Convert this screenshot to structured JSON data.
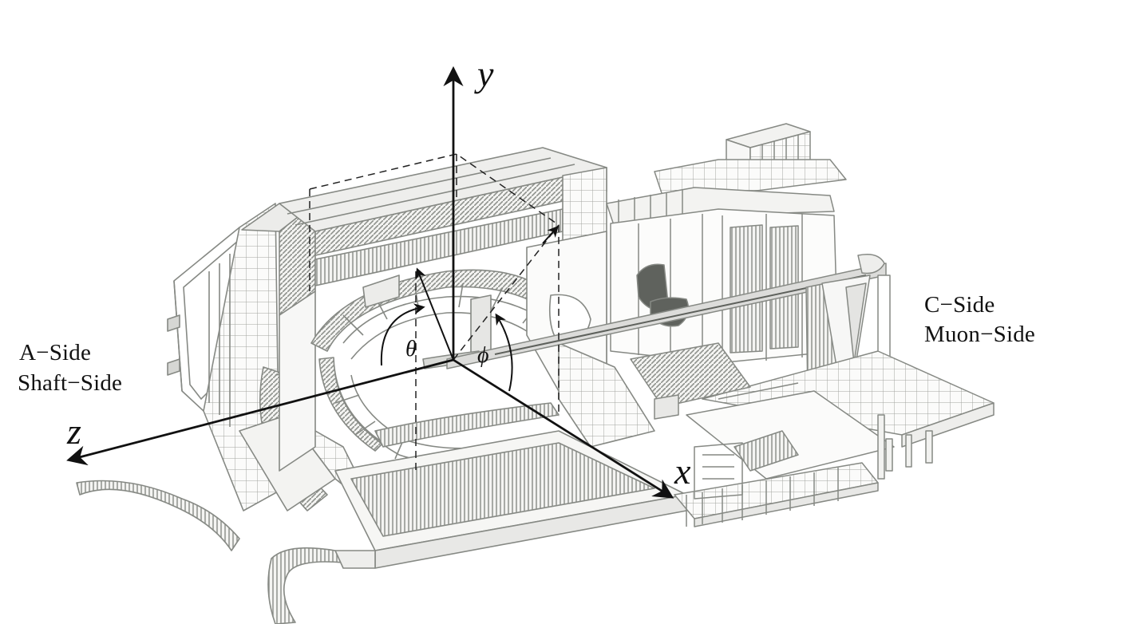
{
  "axes": {
    "x": "x",
    "y": "y",
    "z": "z"
  },
  "angles": {
    "theta": "θ",
    "phi": "ϕ"
  },
  "sides": {
    "a_side": {
      "line1": "A−Side",
      "line2": "Shaft−Side"
    },
    "c_side": {
      "line1": "C−Side",
      "line2": "Muon−Side"
    }
  },
  "colors": {
    "detector": "#8a8d88",
    "detector_dark": "#5e615c",
    "hatch": "#9a9c97",
    "axes": "#111111"
  }
}
